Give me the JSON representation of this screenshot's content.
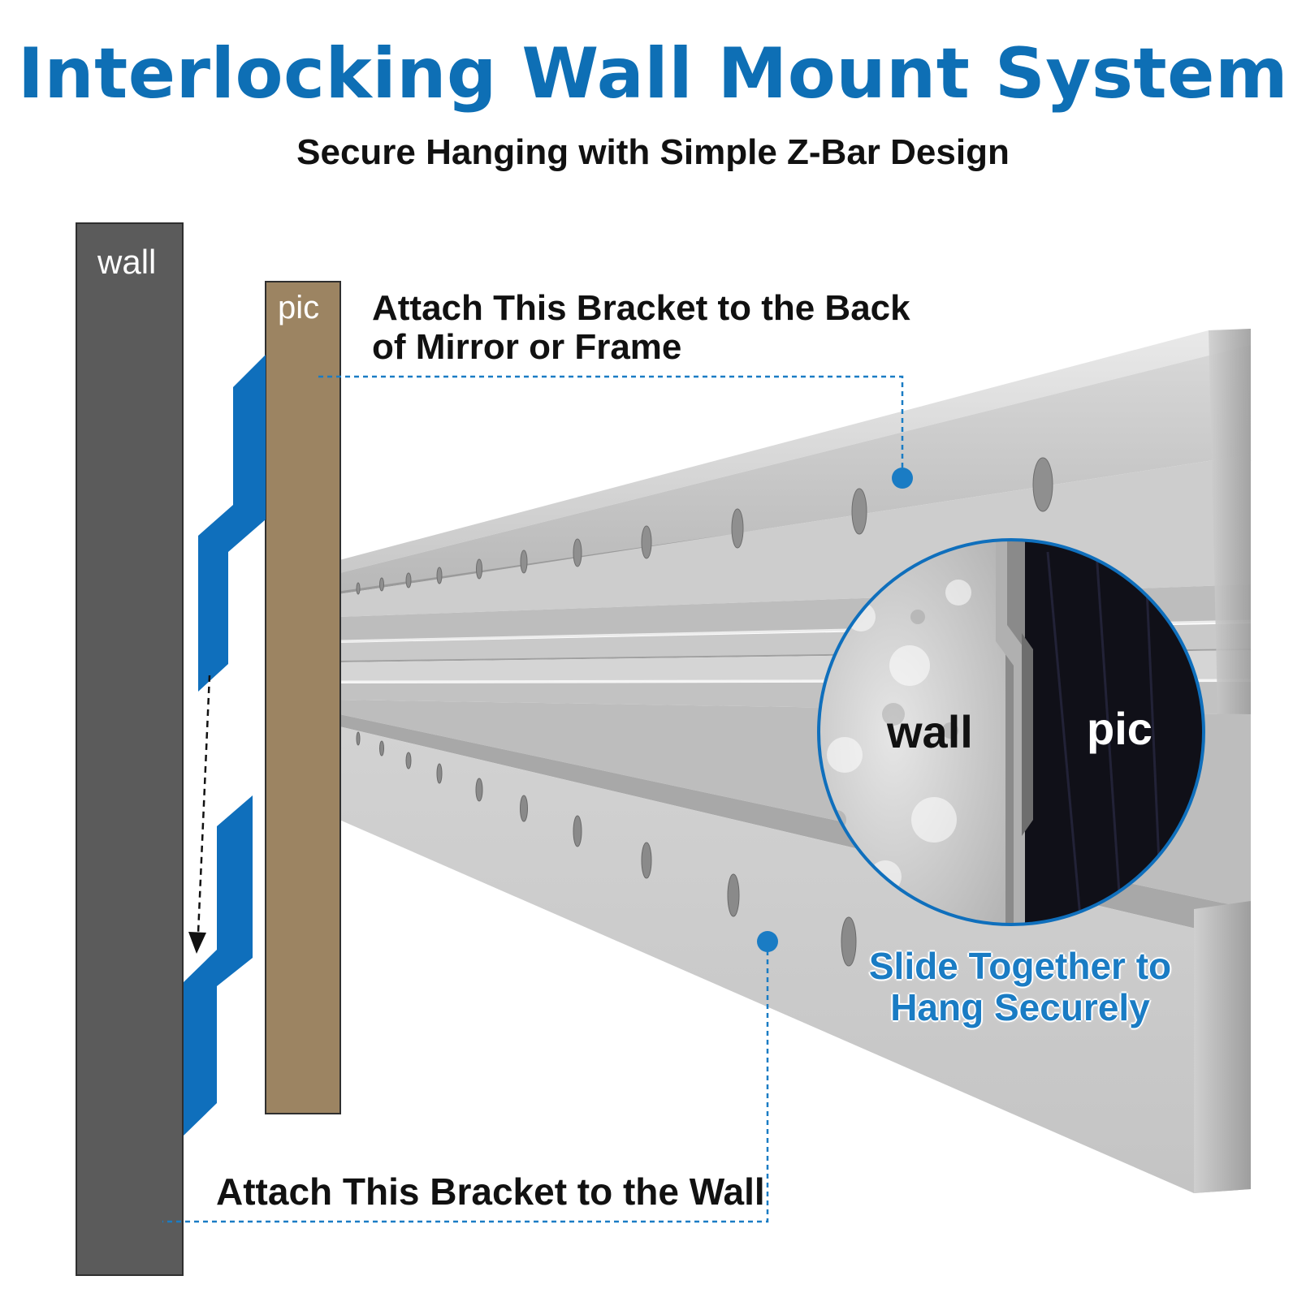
{
  "header": {
    "title": "Interlocking Wall Mount System",
    "subtitle": "Secure Hanging with Simple Z-Bar Design"
  },
  "diagram": {
    "wall_label": "wall",
    "pic_label": "pic"
  },
  "callouts": {
    "top_bracket_line1": "Attach This Bracket to the Back",
    "top_bracket_line2": "of Mirror or Frame",
    "bottom_bracket": "Attach This Bracket to the Wall",
    "slide_line1": "Slide Together to",
    "slide_line2": "Hang Securely"
  },
  "inset": {
    "wall_label": "wall",
    "pic_label": "pic"
  },
  "colors": {
    "brand_blue": "#0e6fb5",
    "wall_gray": "#5a5a5a",
    "pic_tan": "#9c8462",
    "bracket_blue": "#0f6fbc"
  }
}
